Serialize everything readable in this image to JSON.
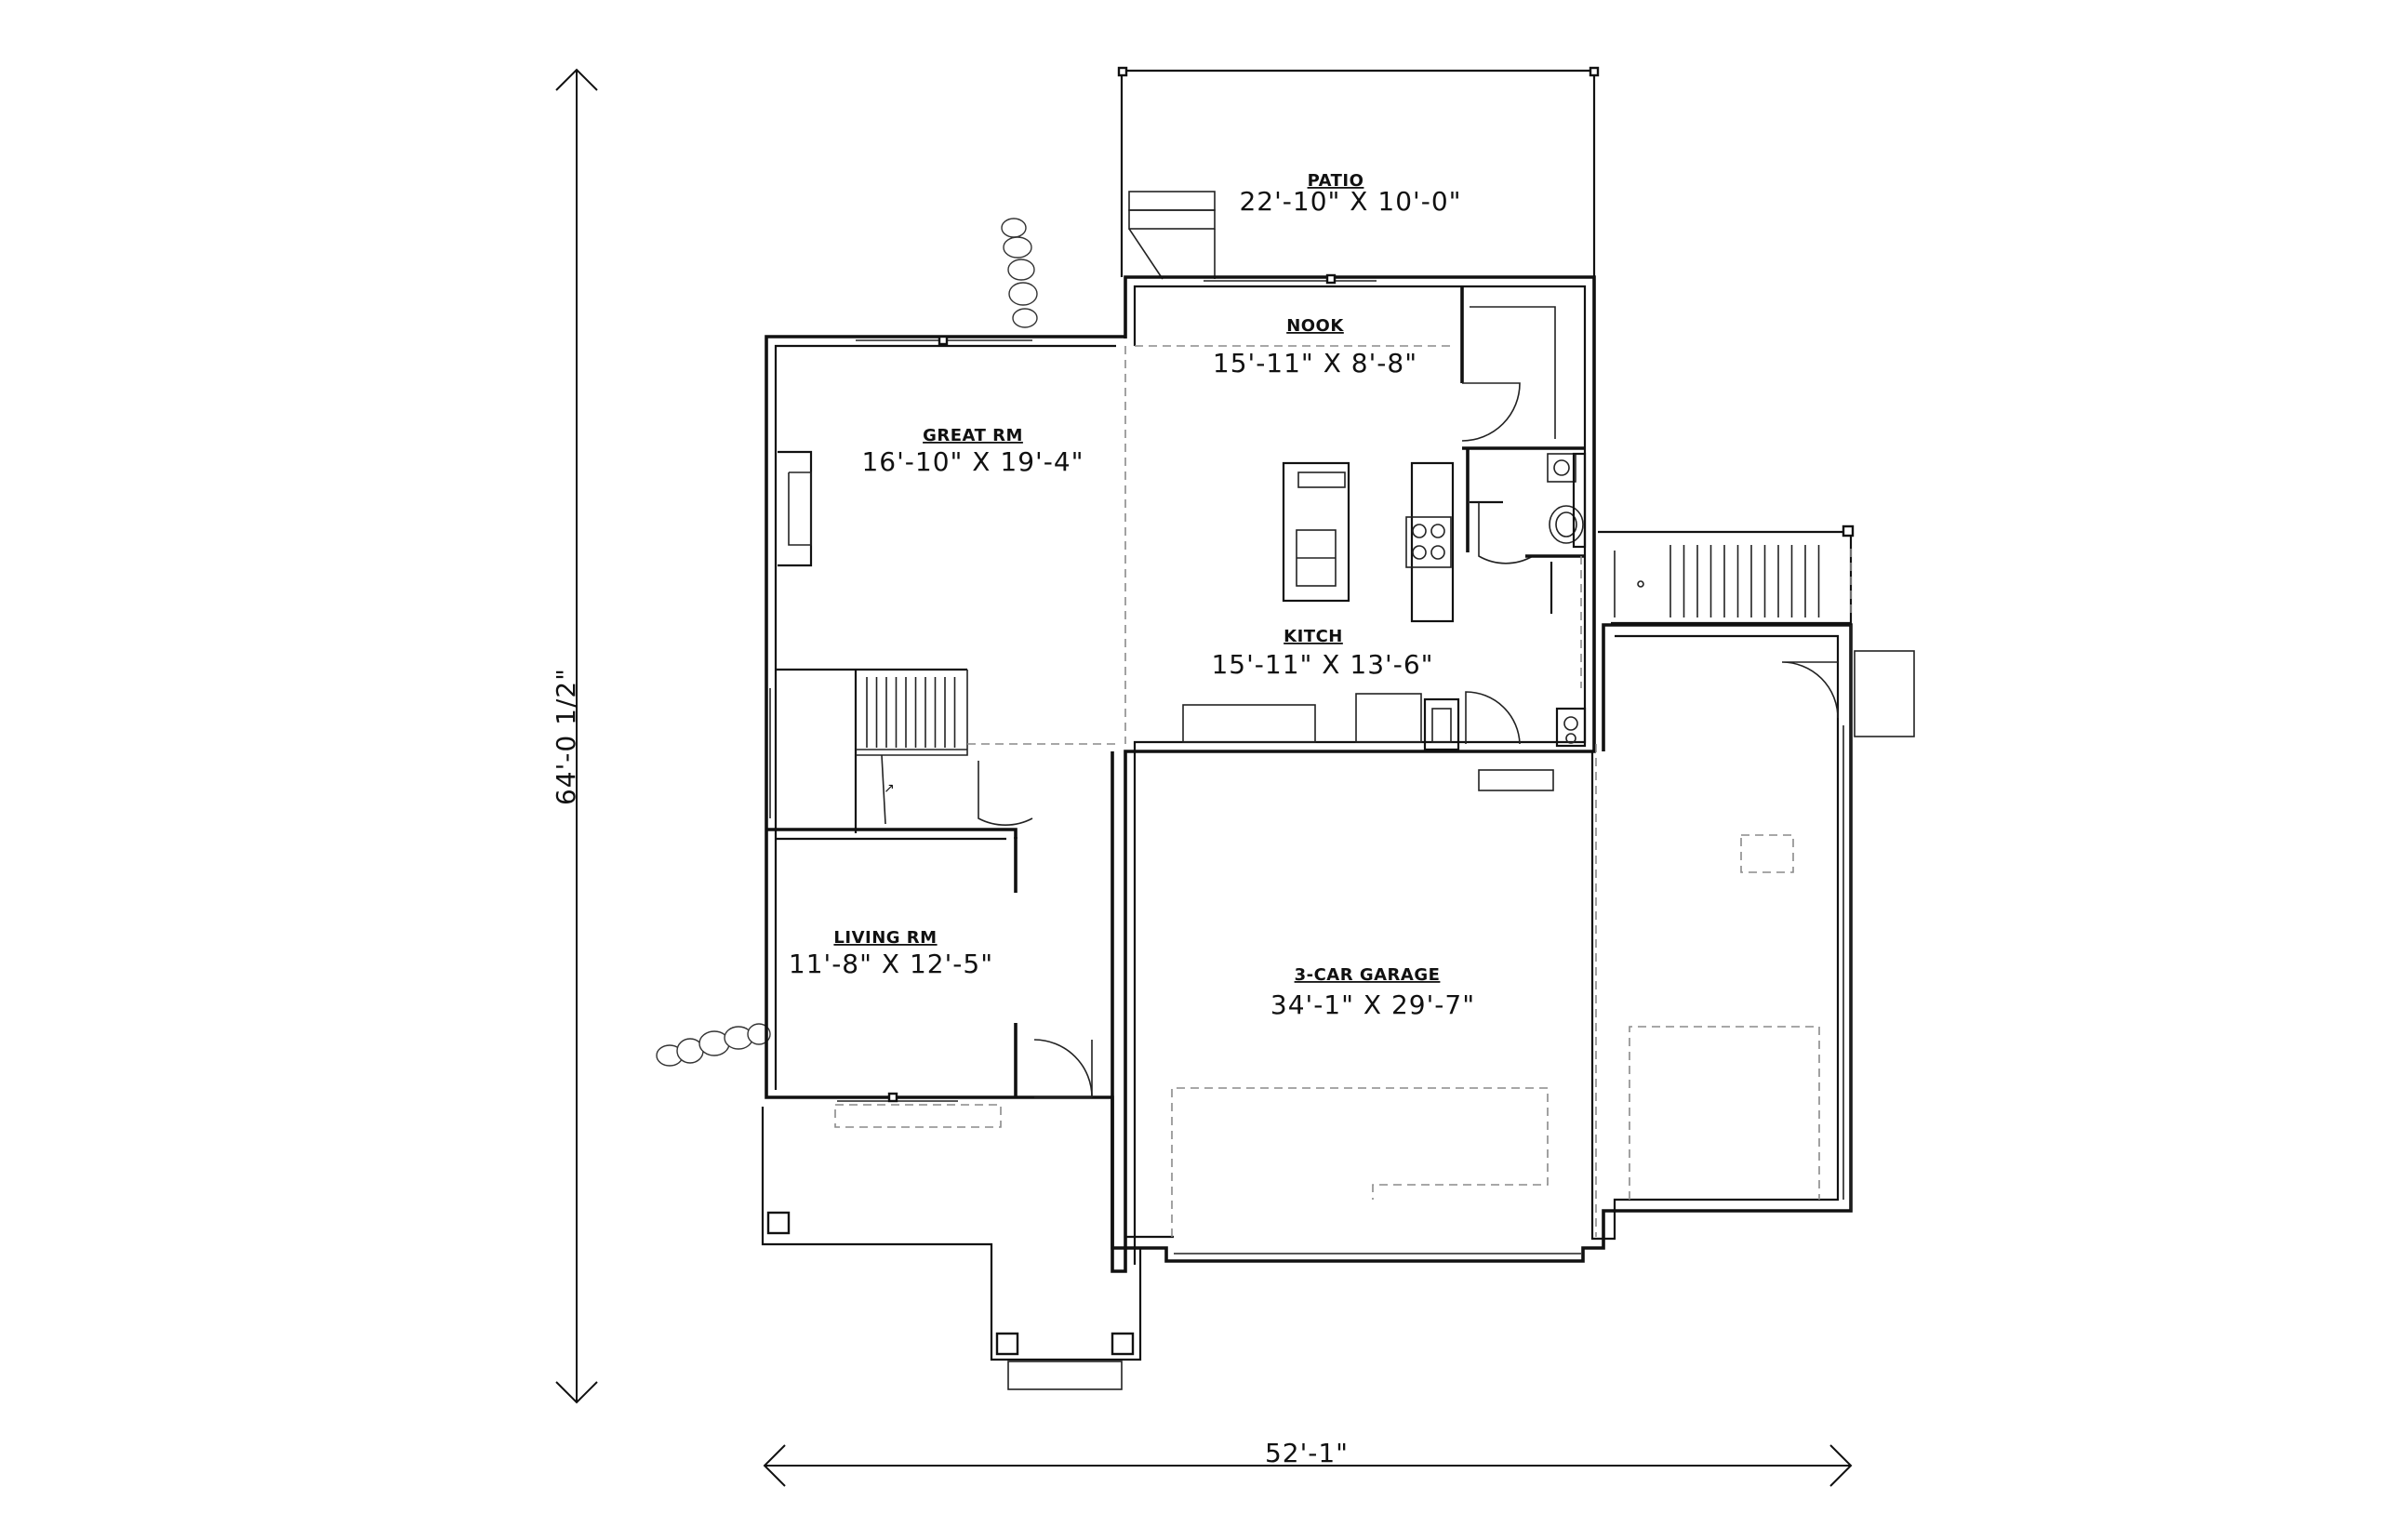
{
  "dimensions": {
    "overall_width": "52'-1\"",
    "overall_depth": "64'-0 1/2\""
  },
  "rooms": {
    "patio": {
      "name": "PATIO",
      "size": "22'-10\" X 10'-0\""
    },
    "nook": {
      "name": "NOOK",
      "size": "15'-11\" X 8'-8\""
    },
    "great_rm": {
      "name": "GREAT RM",
      "size": "16'-10\" X 19'-4\""
    },
    "kitch": {
      "name": "KITCH",
      "size": "15'-11\" X 13'-6\""
    },
    "living_rm": {
      "name": "LIVING RM",
      "size": "11'-8\" X 12'-5\""
    },
    "garage": {
      "name": "3-CAR GARAGE",
      "size": "34'-1\" X 29'-7\""
    }
  }
}
